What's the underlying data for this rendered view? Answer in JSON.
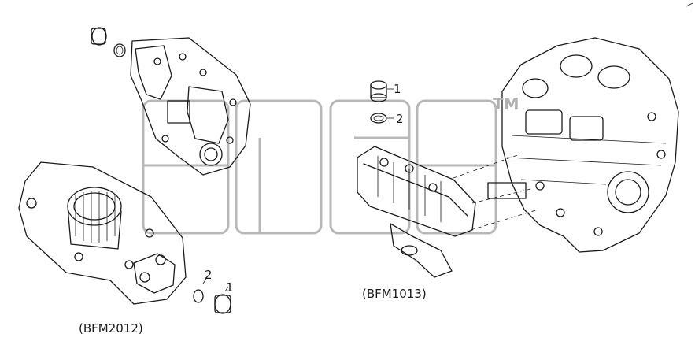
{
  "labels": {
    "left_variant": "(BFM2012)",
    "right_variant": "(BFM1013)"
  },
  "callouts": {
    "left_part_1": "1",
    "left_part_2": "2",
    "right_part_1": "1",
    "right_part_2": "2"
  },
  "watermark": {
    "text": "Ǝпсэ",
    "mark": "TM"
  }
}
